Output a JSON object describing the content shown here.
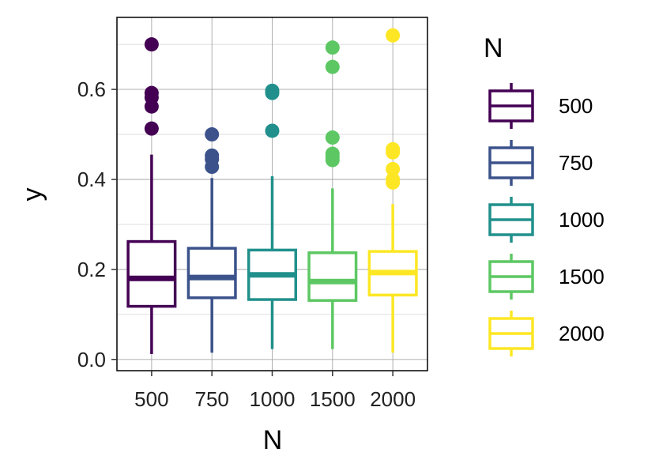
{
  "chart_data": {
    "type": "box",
    "xlabel": "N",
    "ylabel": "y",
    "ylim": [
      -0.025,
      0.76
    ],
    "yticks": [
      0.0,
      0.2,
      0.4,
      0.6
    ],
    "ytick_labels": [
      "0.0",
      "0.2",
      "0.4",
      "0.6"
    ],
    "grid": true,
    "legend": {
      "title": "N",
      "placement": "right"
    },
    "categories": [
      "500",
      "750",
      "1000",
      "1500",
      "2000"
    ],
    "colors": [
      "#440154",
      "#3b528b",
      "#21908c",
      "#5dc863",
      "#fde725"
    ],
    "series": [
      {
        "name": "500",
        "whisker_low": 0.012,
        "q1": 0.118,
        "median": 0.18,
        "q3": 0.262,
        "whisker_high": 0.455,
        "outliers": [
          0.513,
          0.562,
          0.582,
          0.592,
          0.7
        ]
      },
      {
        "name": "750",
        "whisker_low": 0.015,
        "q1": 0.137,
        "median": 0.182,
        "q3": 0.247,
        "whisker_high": 0.403,
        "outliers": [
          0.428,
          0.445,
          0.453,
          0.5
        ]
      },
      {
        "name": "1000",
        "whisker_low": 0.023,
        "q1": 0.133,
        "median": 0.188,
        "q3": 0.243,
        "whisker_high": 0.407,
        "outliers": [
          0.508,
          0.592,
          0.597
        ]
      },
      {
        "name": "1500",
        "whisker_low": 0.023,
        "q1": 0.131,
        "median": 0.173,
        "q3": 0.237,
        "whisker_high": 0.38,
        "outliers": [
          0.443,
          0.45,
          0.457,
          0.493,
          0.65,
          0.693
        ]
      },
      {
        "name": "2000",
        "whisker_low": 0.015,
        "q1": 0.143,
        "median": 0.193,
        "q3": 0.24,
        "whisker_high": 0.345,
        "outliers": [
          0.393,
          0.4,
          0.423,
          0.46,
          0.467,
          0.72
        ]
      }
    ]
  }
}
